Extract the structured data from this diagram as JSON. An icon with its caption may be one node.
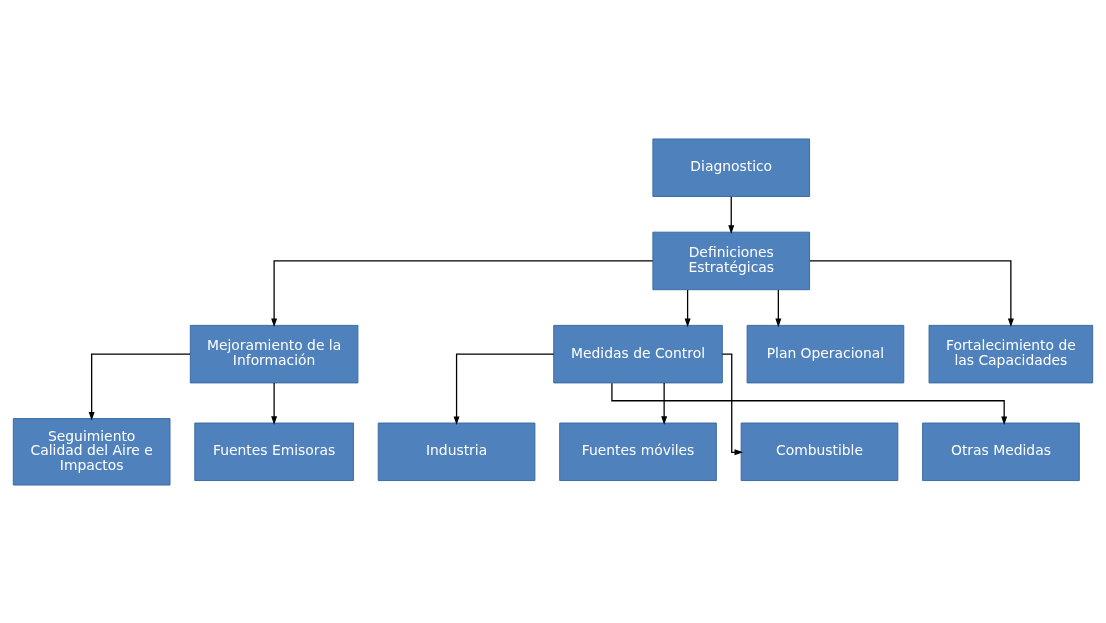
{
  "diagram": {
    "nodes": [
      {
        "text": [
          "Diagnostico"
        ]
      },
      {
        "text": [
          "Definiciones Estratégicas"
        ]
      },
      {
        "text": [
          "Mejoramiento de la Información"
        ]
      },
      {
        "text": [
          "Medidas de Control"
        ]
      },
      {
        "text": [
          "Plan Operacional"
        ]
      },
      {
        "text": [
          "Fortalecimiento de las Capacidades"
        ]
      },
      {
        "text": [
          "Seguimiento Calidad del Aire e Impactos"
        ]
      },
      {
        "text": [
          "Fuentes Emisoras"
        ]
      },
      {
        "text": [
          "Industria"
        ]
      },
      {
        "text": [
          "Fuentes móviles"
        ]
      },
      {
        "text": [
          "Combustible"
        ]
      },
      {
        "text": [
          "Otras Medidas"
        ]
      }
    ],
    "edges": [
      {
        "from": 0,
        "to": 1,
        "arrow": "to"
      },
      {
        "from": 1,
        "to": 2,
        "arrow": "to"
      },
      {
        "from": 1,
        "to": 3,
        "arrow": "to"
      },
      {
        "from": 1,
        "to": 4,
        "arrow": "to"
      },
      {
        "from": 1,
        "to": 5,
        "arrow": "to"
      },
      {
        "from": 2,
        "to": 6,
        "arrow": "to"
      },
      {
        "from": 2,
        "to": 7,
        "arrow": "to"
      },
      {
        "from": 3,
        "to": 8,
        "arrow": "to"
      },
      {
        "from": 3,
        "to": 9,
        "arrow": "to"
      },
      {
        "from": 3,
        "to": 10,
        "arrow": "to"
      },
      {
        "from": 3,
        "to": 11,
        "arrow": "to"
      }
    ]
  }
}
